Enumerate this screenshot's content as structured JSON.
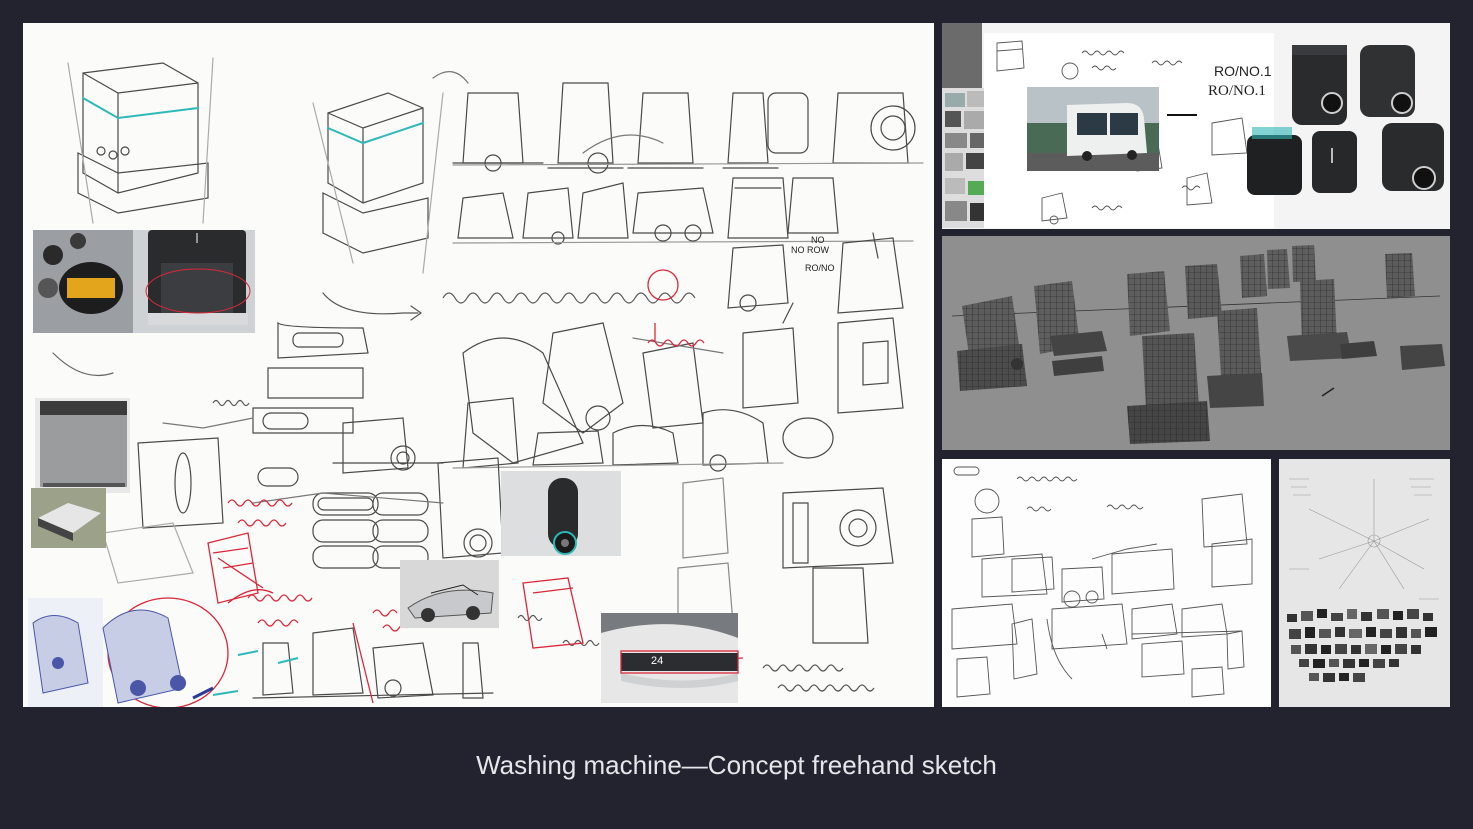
{
  "caption": "Washing machine—Concept freehand sketch",
  "render_panel": {
    "label_1": "RO/NO.1",
    "label_2": "RO/NO.1"
  },
  "sketch_notes": {
    "note_1": "NO",
    "note_2": "NO ROW",
    "note_3": "RO/NO",
    "lcd_value": "24"
  },
  "colors": {
    "background": "#22232f",
    "sketch_paper": "#fbfbfa",
    "pencil": "#4a4a4a",
    "red_pen": "#d9283a",
    "teal_accent": "#2fb8b8",
    "wireframe_bg": "#8e8e8e",
    "caption": "#e6e6ea"
  }
}
